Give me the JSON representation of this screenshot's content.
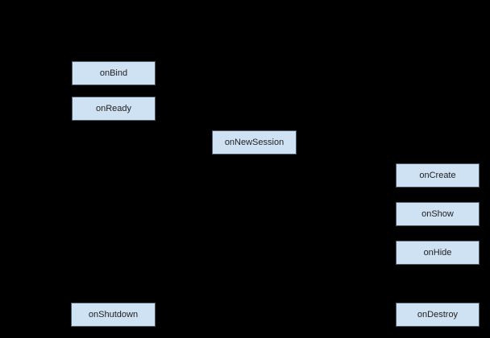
{
  "diagram": {
    "type": "lifecycle-flow-diagram",
    "background_color": "#000000",
    "node_fill_color": "#cfe2f3",
    "node_border_color": "#4a5c6b",
    "node_text_color": "#1f1f1f",
    "nodes": [
      {
        "id": "onBind",
        "label": "onBind"
      },
      {
        "id": "onReady",
        "label": "onReady"
      },
      {
        "id": "onNewSession",
        "label": "onNewSession"
      },
      {
        "id": "onCreate",
        "label": "onCreate"
      },
      {
        "id": "onShow",
        "label": "onShow"
      },
      {
        "id": "onHide",
        "label": "onHide"
      },
      {
        "id": "onShutdown",
        "label": "onShutdown"
      },
      {
        "id": "onDestroy",
        "label": "onDestroy"
      }
    ]
  }
}
